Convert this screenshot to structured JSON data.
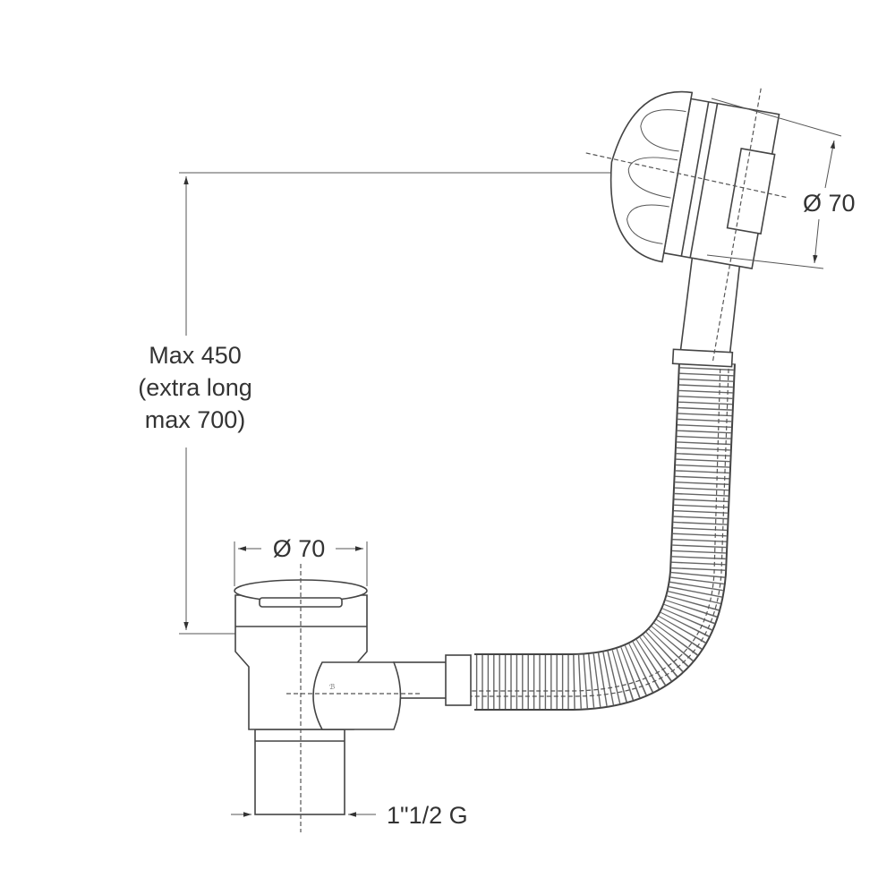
{
  "diagram": {
    "height_label": {
      "line1": "Max 450",
      "line2": "(extra long",
      "line3": "max 700)"
    },
    "overflow_diameter_label": "Ø 70",
    "waste_diameter_label": "Ø 70",
    "outlet_thread_label": "1\"1/2 G",
    "line_color": "#444444"
  }
}
